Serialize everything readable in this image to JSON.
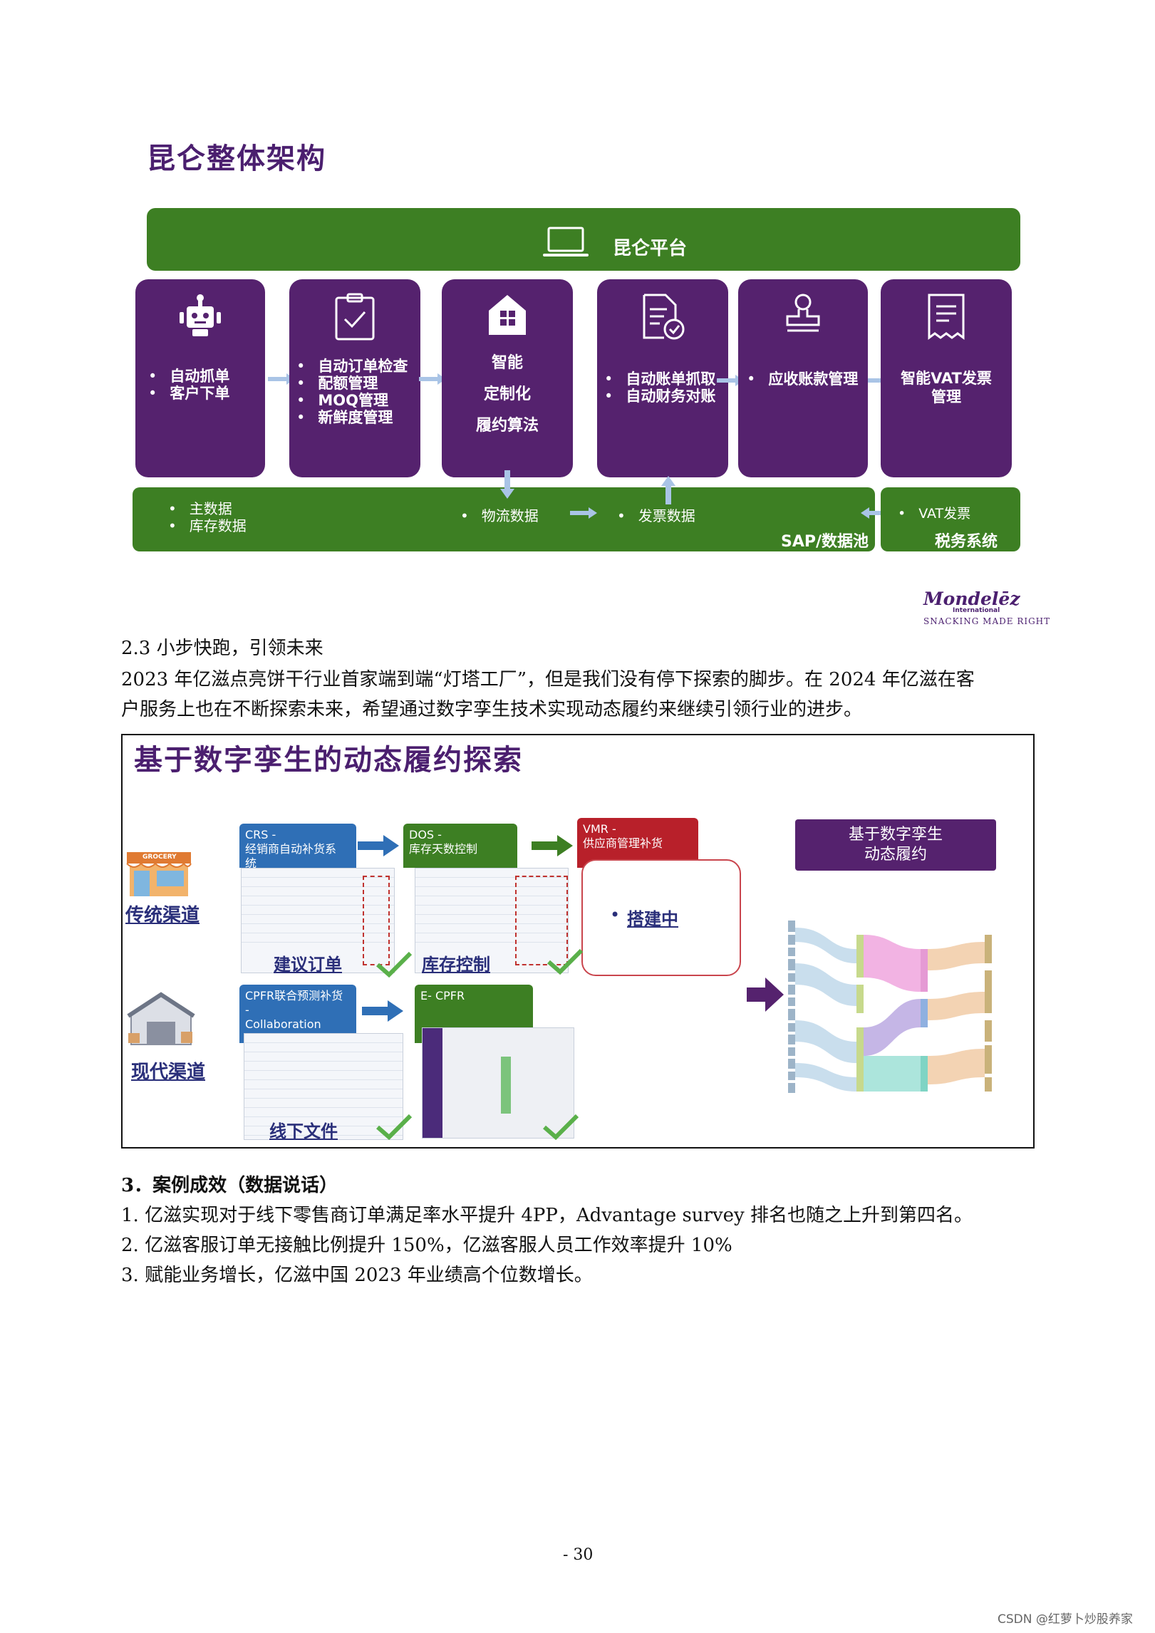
{
  "figure1": {
    "title": "昆仑整体架构",
    "platform_label": "昆仑平台",
    "cards": [
      {
        "icon": "robot-icon",
        "items": [
          "自动抓单",
          "客户下单"
        ]
      },
      {
        "icon": "clipboard-check-icon",
        "items": [
          "自动订单检查",
          "配额管理",
          "MOQ管理",
          "新鲜度管理"
        ]
      },
      {
        "icon": "home-grid-icon",
        "lines": [
          "智能",
          "定制化",
          "履约算法"
        ]
      },
      {
        "icon": "document-check-icon",
        "items": [
          "自动账单抓取",
          "自动财务对账"
        ]
      },
      {
        "icon": "stamp-icon",
        "items": [
          "应收账款管理"
        ]
      },
      {
        "icon": "receipt-icon",
        "lines": [
          "智能VAT发票",
          "管理"
        ]
      }
    ],
    "data_bar": {
      "left_items": [
        "主数据",
        "库存数据"
      ],
      "logistics": "物流数据",
      "invoice": "发票数据",
      "sap_label": "SAP/数据池"
    },
    "tax_box": {
      "item": "VAT发票",
      "label": "税务系统"
    },
    "logo": {
      "brand": "Mondelēz",
      "sub": "International",
      "tagline": "SNACKING MADE RIGHT"
    }
  },
  "section_2_3": {
    "heading": "2.3   小步快跑，引领未来",
    "lines": [
      "2023 年亿滋点亮饼干行业首家端到端“灯塔工厂”，但是我们没有停下探索的脚步。在 2024 年亿滋在客",
      "户服务上也在不断探索未来，希望通过数字孪生技术实现动态履约来继续引领行业的进步。"
    ]
  },
  "figure2": {
    "title": "基于数字孪生的动态履约探索",
    "channel_traditional": "传统渠道",
    "channel_modern": "现代渠道",
    "grocery_sign": "GROCERY",
    "crs_label": [
      "CRS -",
      "经销商自动补货系",
      "统"
    ],
    "dos_label": [
      "DOS -",
      "库存天数控制"
    ],
    "vmr_label": [
      "VMR -",
      "供应商管理补货"
    ],
    "building": "搭建中",
    "suggest_order": "建议订单",
    "inventory_control": "库存控制",
    "cpfr_label": [
      "CPFR联合预测补货",
      "-",
      "Collaboration"
    ],
    "ecpfr_label": "E- CPFR",
    "offline_file": "线下文件",
    "twin_box": [
      "基于数字孪生",
      "动态履约"
    ],
    "colors": {
      "blue": "#2f6fb6",
      "green": "#3d7f23",
      "red": "#b8202a",
      "purple": "#55226e"
    }
  },
  "section_3": {
    "heading": "3．案例成效（数据说话）",
    "items": [
      "1.  亿滋实现对于线下零售商订单满足率水平提升 4PP，Advantage survey 排名也随之上升到第四名。",
      "2.  亿滋客服订单无接触比例提升 150%，亿滋客服人员工作效率提升 10%",
      "3.  赋能业务增长，亿滋中国 2023 年业绩高个位数增长。"
    ]
  },
  "page_number": "- 30",
  "watermark": "CSDN @红萝卜炒股养家"
}
